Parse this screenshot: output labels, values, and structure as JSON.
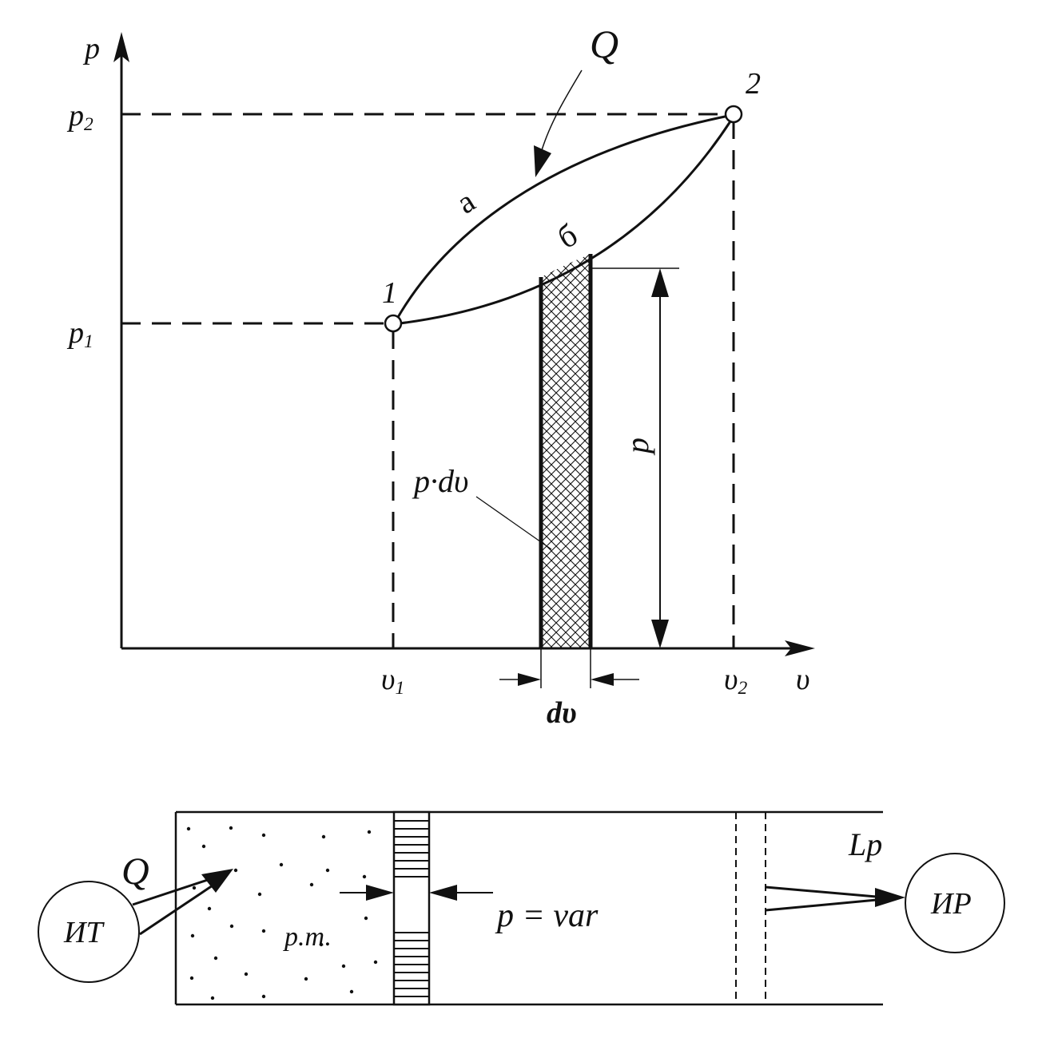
{
  "pv_diagram": {
    "axis_p": "p",
    "axis_v": "υ",
    "tick_p1": {
      "base": "p",
      "sub": "1"
    },
    "tick_p2": {
      "base": "p",
      "sub": "2"
    },
    "tick_v1": {
      "base": "υ",
      "sub": "1"
    },
    "tick_v2": {
      "base": "υ",
      "sub": "2"
    },
    "point_1": "1",
    "point_2": "2",
    "heat_label": "Q",
    "curve_a": "a",
    "curve_b": "б",
    "strip_label": "p·dυ",
    "height_label": "p",
    "width_label": "dυ"
  },
  "cylinder": {
    "heat_label": "Q",
    "heat_source": "ИТ",
    "work_receiver": "ИР",
    "work_label": "Lp",
    "gas_label": "р.т.",
    "pressure_label": "p = var"
  },
  "colors": {
    "ink": "#111111",
    "background": "#ffffff"
  }
}
